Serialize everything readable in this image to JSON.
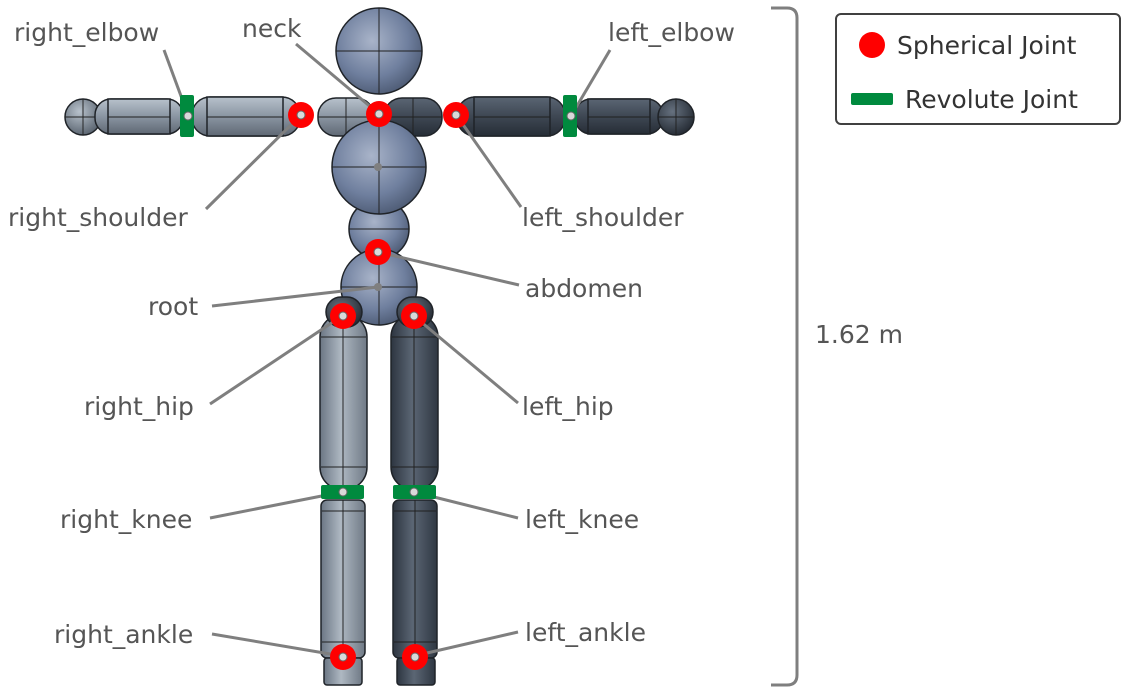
{
  "joints": {
    "neck": {
      "label": "neck",
      "type": "spherical"
    },
    "right_elbow": {
      "label": "right_elbow",
      "type": "revolute"
    },
    "left_elbow": {
      "label": "left_elbow",
      "type": "revolute"
    },
    "right_shoulder": {
      "label": "right_shoulder",
      "type": "spherical"
    },
    "left_shoulder": {
      "label": "left_shoulder",
      "type": "spherical"
    },
    "abdomen": {
      "label": "abdomen",
      "type": "spherical"
    },
    "root": {
      "label": "root",
      "type": "root"
    },
    "right_hip": {
      "label": "right_hip",
      "type": "spherical"
    },
    "left_hip": {
      "label": "left_hip",
      "type": "spherical"
    },
    "right_knee": {
      "label": "right_knee",
      "type": "revolute"
    },
    "left_knee": {
      "label": "left_knee",
      "type": "revolute"
    },
    "right_ankle": {
      "label": "right_ankle",
      "type": "spherical"
    },
    "left_ankle": {
      "label": "left_ankle",
      "type": "spherical"
    }
  },
  "legend": {
    "spherical_label": "Spherical Joint",
    "revolute_label": "Revolute Joint"
  },
  "height_label": "1.62 m",
  "colors": {
    "spherical": "#ff0000",
    "revolute": "#008a3e",
    "leader": "#7f7f7f",
    "text": "#555555"
  }
}
